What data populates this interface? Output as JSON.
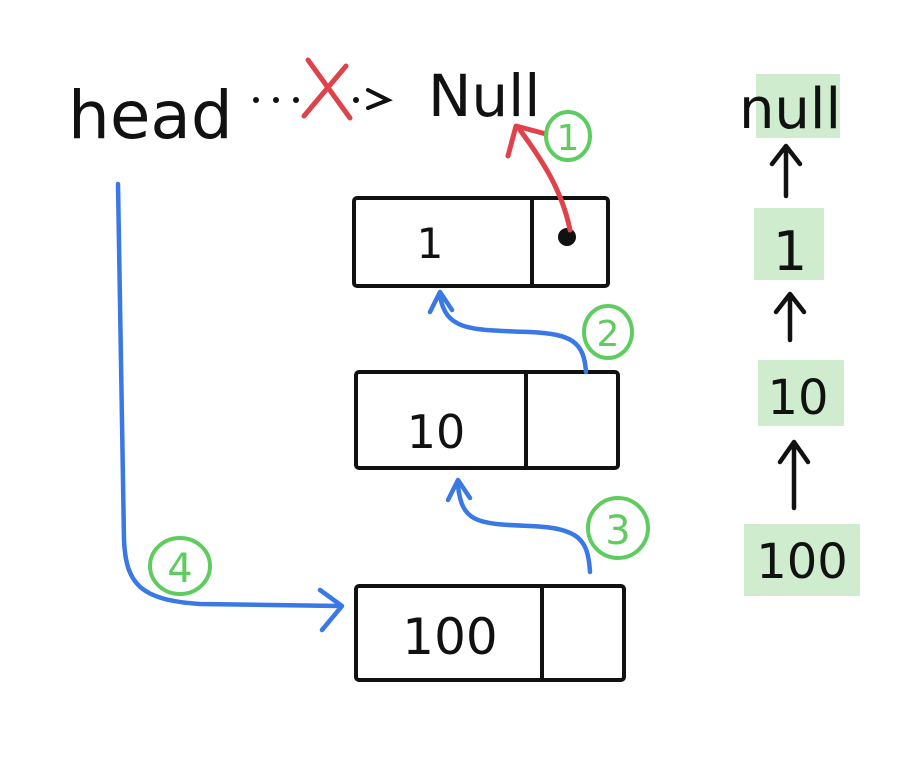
{
  "head_label": "head",
  "null_label": "Null",
  "dotted_arrow": ". . . X . >",
  "nodes": [
    {
      "value": "1",
      "has_pointer_dot": true
    },
    {
      "value": "10",
      "has_pointer_dot": false
    },
    {
      "value": "100",
      "has_pointer_dot": false
    }
  ],
  "steps": [
    "1",
    "2",
    "3",
    "4"
  ],
  "result_list": {
    "items": [
      "null",
      "1",
      "10",
      "100"
    ]
  },
  "colors": {
    "step_green": "#5fcc5f",
    "pointer_blue": "#3a78e6",
    "removed_red": "#e0424b",
    "highlight_green": "#cfeccf"
  }
}
